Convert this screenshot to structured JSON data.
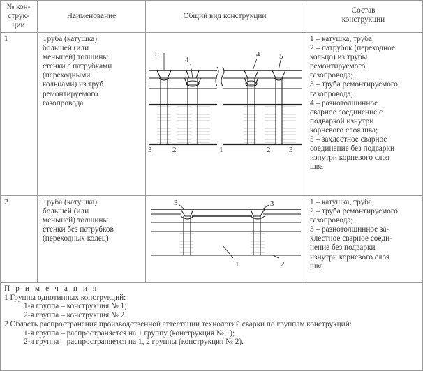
{
  "table": {
    "headers": {
      "number": "№ кон-\nструк-\nции",
      "name": "Наименование",
      "view": "Общий вид конструкции",
      "composition": "Состав\nконструкции"
    },
    "rows": [
      {
        "number": "1",
        "name": "Труба (катушка)\nбольшей (или\nменьшей) толщины\nстенки с патрубками\n(переходными\nкольцами) из труб\nремонтируемого\nгазопровода",
        "composition": "1 – катушка, труба;\n2 – патрубок (переходное\nкольцо) из трубы\nремонтируемого\nгазопровода;\n3 – труба ремонтируемого\nгазопровода;\n4 – разнотолщинное\nсварное соединение с\nподваркой изнутри\nкорневого слоя шва;\n5 – захлестное сварное\nсоединение без подварки\nизнутри корневого слоя\nшва",
        "diagram_labels": {
          "left_top_5": "5",
          "left_top_4": "4",
          "right_top_4": "4",
          "right_top_5": "5",
          "bottom_3_left": "3",
          "bottom_2_left": "2",
          "bottom_1": "1",
          "bottom_2_right": "2",
          "bottom_3_right": "3"
        }
      },
      {
        "number": "2",
        "name": "Труба (катушка)\nбольшей (или\nменьшей) толщины\nстенки без патрубков\n(переходных колец)",
        "composition": "1 – катушка, труба;\n2 – труба ремонтируемого\nгазопровода;\n3 – разнотолщинное за-\nхлестное сварное соеди-\nнение без подварки\nизнутри корневого слоя\nшва",
        "diagram_labels": {
          "top_3_left": "3",
          "top_3_right": "3",
          "bottom_1": "1",
          "bottom_2": "2"
        }
      }
    ]
  },
  "notes": {
    "heading": "П р и м е ч а н и я",
    "lines": [
      {
        "text": "1 Группы однотипных конструкций:",
        "indent": false
      },
      {
        "text": "1-я группа – конструкция № 1;",
        "indent": true
      },
      {
        "text": "2-я группа – конструкция № 2.",
        "indent": true
      },
      {
        "text": "2 Область распространения производственной аттестации технологий сварки по группам конструкций:",
        "indent": false
      },
      {
        "text": "1-я группа – распространяется на 1 группу  (конструкция № 1);",
        "indent": true
      },
      {
        "text": "2-я группа – распространяется на 1, 2 группы (конструкция № 2).",
        "indent": true
      }
    ]
  },
  "colors": {
    "text": "#3a3a3a",
    "border": "#9a9a9a",
    "drawing": "#222222",
    "hatch": "#bdbdbd"
  }
}
